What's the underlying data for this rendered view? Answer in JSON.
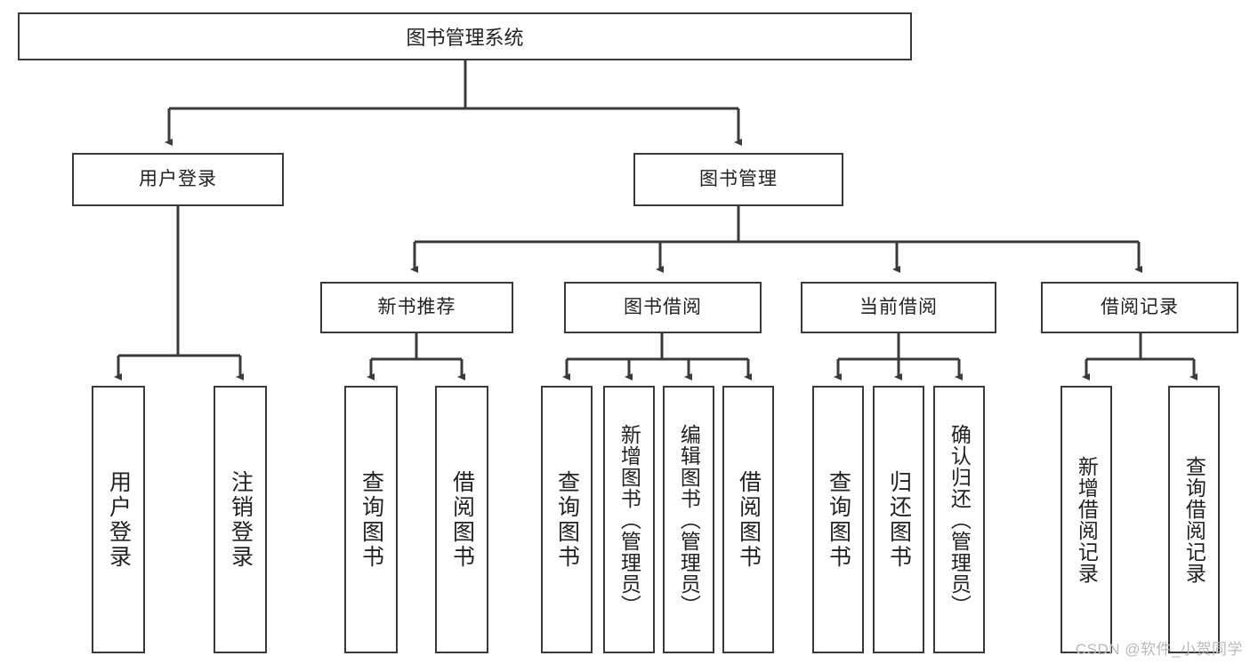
{
  "diagram": {
    "title": "图书管理系统",
    "type": "tree-hierarchy-chart",
    "root": {
      "label": "图书管理系统"
    },
    "level2": [
      {
        "label": "用户登录"
      },
      {
        "label": "图书管理"
      }
    ],
    "level3": [
      {
        "label": "新书推荐"
      },
      {
        "label": "图书借阅"
      },
      {
        "label": "当前借阅"
      },
      {
        "label": "借阅记录"
      }
    ],
    "leaves": {
      "user_login": [
        {
          "label": "用户登录"
        },
        {
          "label": "注销登录"
        }
      ],
      "new_book_recommend": [
        {
          "label": "查询图书"
        },
        {
          "label": "借阅图书"
        }
      ],
      "book_borrow": [
        {
          "label": "查询图书"
        },
        {
          "label": "新增图书（管理员）"
        },
        {
          "label": "编辑图书（管理员）"
        },
        {
          "label": "借阅图书"
        }
      ],
      "current_borrow": [
        {
          "label": "查询图书"
        },
        {
          "label": "归还图书"
        },
        {
          "label": "确认归还（管理员）"
        }
      ],
      "borrow_record": [
        {
          "label": "新增借阅记录"
        },
        {
          "label": "查询借阅记录"
        }
      ]
    }
  },
  "watermark": {
    "text": "CSDN @软件_小贺同学"
  },
  "colors": {
    "stroke": "#3a3a3a",
    "background": "#ffffff",
    "text": "#222222",
    "watermark": "#b9b9b9"
  }
}
